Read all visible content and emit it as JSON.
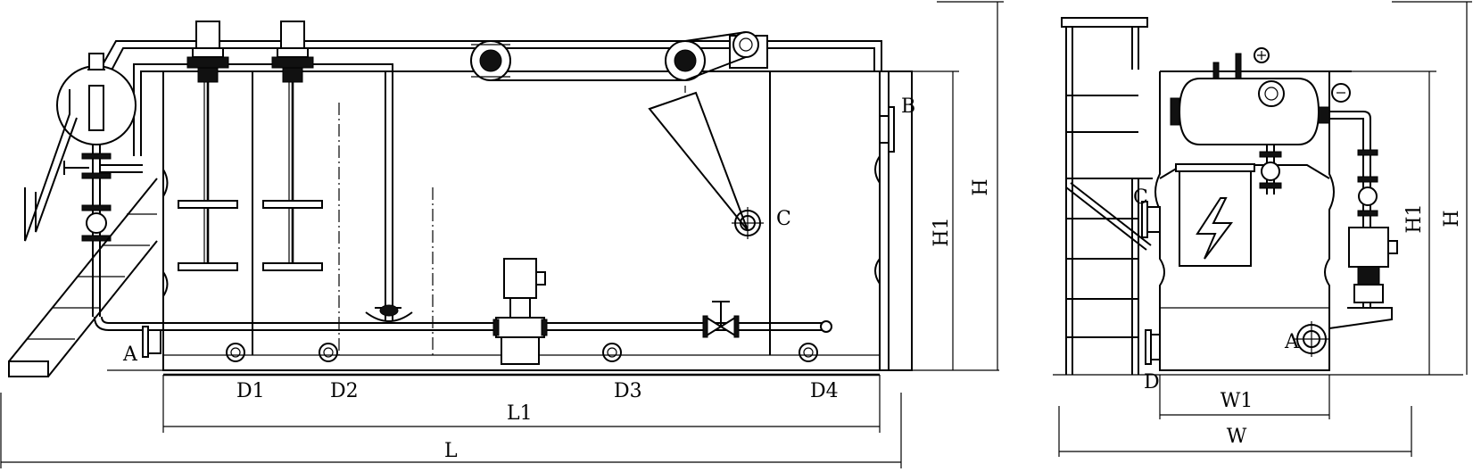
{
  "labels": {
    "A": "A",
    "B": "B",
    "C": "C",
    "D1": "D1",
    "D2": "D2",
    "D3": "D3",
    "D4": "D4",
    "L1": "L1",
    "L": "L",
    "H1": "H1",
    "H": "H",
    "side_A": "A",
    "side_C": "C",
    "side_D": "D",
    "W1": "W1",
    "W": "W",
    "side_H1": "H1",
    "side_H": "H"
  }
}
